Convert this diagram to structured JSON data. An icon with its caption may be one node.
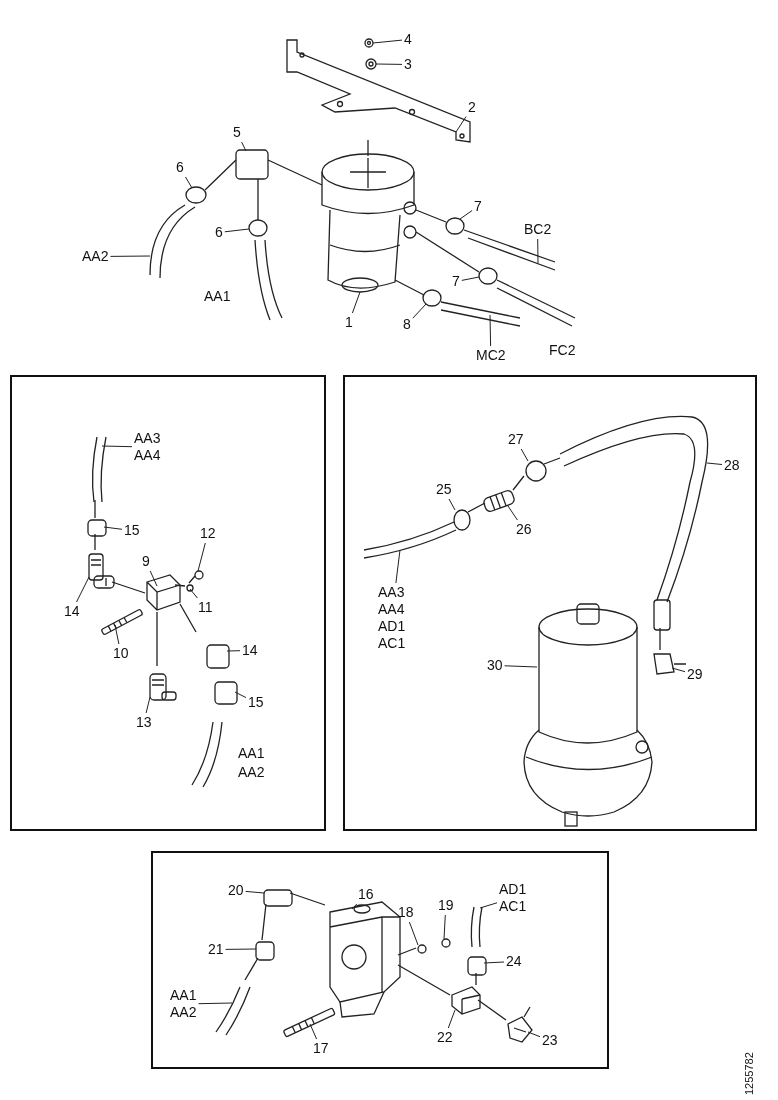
{
  "diagram": {
    "nodes": [
      {
        "text": [
          "4"
        ]
      },
      {
        "text": [
          "3"
        ]
      },
      {
        "text": [
          "2"
        ]
      },
      {
        "text": [
          "5"
        ]
      },
      {
        "text": [
          "6"
        ]
      },
      {
        "text": [
          "6"
        ]
      },
      {
        "text": [
          "7"
        ]
      },
      {
        "text": [
          "BC2"
        ]
      },
      {
        "text": [
          "AA2"
        ]
      },
      {
        "text": [
          "7"
        ]
      },
      {
        "text": [
          "1"
        ]
      },
      {
        "text": [
          "8"
        ]
      },
      {
        "text": [
          "MC2"
        ]
      },
      {
        "text": [],
        "shape": "box"
      },
      {
        "text": [
          "AA3",
          "AA4"
        ],
        "in": 13
      },
      {
        "text": [
          "15"
        ],
        "in": 13
      },
      {
        "text": [
          "12"
        ],
        "in": 13
      },
      {
        "text": [
          "9"
        ],
        "in": 13
      },
      {
        "text": [
          "11"
        ],
        "in": 13
      },
      {
        "text": [
          "14"
        ],
        "in": 13
      },
      {
        "text": [
          "10"
        ],
        "in": 13
      },
      {
        "text": [
          "14"
        ],
        "in": 13
      },
      {
        "text": [
          "13"
        ],
        "in": 13
      },
      {
        "text": [
          "15"
        ],
        "in": 13
      },
      {
        "text": [],
        "shape": "box"
      },
      {
        "text": [
          "27"
        ],
        "in": 24
      },
      {
        "text": [
          "25"
        ],
        "in": 24
      },
      {
        "text": [
          "26"
        ],
        "in": 24
      },
      {
        "text": [
          "28"
        ],
        "in": 24
      },
      {
        "text": [
          "AA3",
          "AA4",
          "AD1",
          "AC1"
        ],
        "in": 24
      },
      {
        "text": [
          "30"
        ],
        "in": 24
      },
      {
        "text": [
          "29"
        ],
        "in": 24
      },
      {
        "text": [],
        "shape": "box"
      },
      {
        "text": [
          "20"
        ],
        "in": 32
      },
      {
        "text": [
          "16"
        ],
        "in": 32
      },
      {
        "text": [
          "18"
        ],
        "in": 32
      },
      {
        "text": [
          "19"
        ],
        "in": 32
      },
      {
        "text": [
          "AD1",
          "AC1"
        ],
        "in": 32
      },
      {
        "text": [
          "21"
        ],
        "in": 32
      },
      {
        "text": [
          "24"
        ],
        "in": 32
      },
      {
        "text": [
          "AA1",
          "AA2"
        ],
        "in": 32
      },
      {
        "text": [
          "17"
        ],
        "in": 32
      },
      {
        "text": [
          "22"
        ],
        "in": 32
      },
      {
        "text": [
          "23"
        ],
        "in": 32
      },
      {
        "text": [],
        "shape": "picture"
      },
      {
        "text": [],
        "shape": "picture"
      },
      {
        "text": [],
        "shape": "picture"
      },
      {
        "text": [],
        "shape": "box"
      },
      {
        "text": [],
        "shape": "circle"
      },
      {
        "text": [],
        "shape": "circle"
      },
      {
        "text": [],
        "shape": "circle"
      },
      {
        "text": [],
        "shape": "picture"
      },
      {
        "text": [],
        "shape": "picture"
      },
      {
        "text": [],
        "shape": "circle"
      },
      {
        "text": [],
        "shape": "picture"
      },
      {
        "text": [],
        "shape": "circle"
      },
      {
        "text": [],
        "shape": "picture"
      },
      {
        "text": [],
        "shape": "picture",
        "in": 13
      },
      {
        "text": [],
        "shape": "box",
        "in": 13
      },
      {
        "text": [],
        "shape": "circle",
        "in": 13
      },
      {
        "text": [],
        "shape": "picture",
        "in": 13
      },
      {
        "text": [],
        "shape": "circle",
        "in": 13
      },
      {
        "text": [],
        "shape": "picture",
        "in": 13
      },
      {
        "text": [],
        "shape": "picture",
        "in": 13
      },
      {
        "text": [],
        "shape": "box",
        "in": 13
      },
      {
        "text": [],
        "shape": "picture",
        "in": 13
      },
      {
        "text": [],
        "shape": "box",
        "in": 13
      },
      {
        "text": [],
        "shape": "circle",
        "in": 24
      },
      {
        "text": [],
        "shape": "circle",
        "in": 24
      },
      {
        "text": [],
        "shape": "picture",
        "in": 24
      },
      {
        "text": [],
        "shape": "picture",
        "in": 24
      },
      {
        "text": [],
        "shape": "picture",
        "in": 24
      },
      {
        "text": [],
        "shape": "picture",
        "in": 24
      },
      {
        "text": [],
        "shape": "picture",
        "in": 24
      },
      {
        "text": [],
        "shape": "box",
        "in": 32
      },
      {
        "text": [],
        "shape": "picture",
        "in": 32
      },
      {
        "text": [],
        "shape": "circle",
        "in": 32
      },
      {
        "text": [],
        "shape": "circle",
        "in": 32
      },
      {
        "text": [],
        "shape": "picture",
        "in": 32
      },
      {
        "text": [],
        "shape": "box",
        "in": 32
      },
      {
        "text": [],
        "shape": "box",
        "in": 32
      },
      {
        "text": [],
        "shape": "picture",
        "in": 32
      },
      {
        "text": [],
        "shape": "picture",
        "in": 32
      },
      {
        "text": [],
        "shape": "picture",
        "in": 32
      },
      {
        "text": [],
        "shape": "picture",
        "in": 32
      }
    ],
    "edges": [
      {
        "from": 0,
        "to": 44,
        "arrow": "none"
      },
      {
        "from": 1,
        "to": 45,
        "arrow": "none"
      },
      {
        "from": 2,
        "to": 46,
        "arrow": "none"
      },
      {
        "from": 3,
        "to": 47,
        "arrow": "none"
      },
      {
        "from": 4,
        "to": 48,
        "arrow": "none"
      },
      {
        "from": 5,
        "to": 49,
        "arrow": "none"
      },
      {
        "from": 6,
        "to": 50,
        "arrow": "none"
      },
      {
        "from": 7,
        "to": 51,
        "arrow": "none"
      },
      {
        "from": 8,
        "to": 52,
        "arrow": "none"
      },
      {
        "from": 9,
        "to": 53,
        "arrow": "none"
      },
      {
        "from": 10,
        "to": 54,
        "arrow": "none"
      },
      {
        "from": 11,
        "to": 55,
        "arrow": "none"
      },
      {
        "from": 12,
        "to": 56,
        "arrow": "none"
      },
      {
        "from": 14,
        "to": 57,
        "arrow": "none"
      },
      {
        "from": 15,
        "to": 58,
        "arrow": "none"
      },
      {
        "from": 16,
        "to": 59,
        "arrow": "none"
      },
      {
        "from": 17,
        "to": 60,
        "arrow": "none"
      },
      {
        "from": 18,
        "to": 61,
        "arrow": "none"
      },
      {
        "from": 19,
        "to": 62,
        "arrow": "none"
      },
      {
        "from": 20,
        "to": 63,
        "arrow": "none"
      },
      {
        "from": 21,
        "to": 64,
        "arrow": "none"
      },
      {
        "from": 22,
        "to": 65,
        "arrow": "none"
      },
      {
        "from": 23,
        "to": 66,
        "arrow": "none"
      },
      {
        "from": 25,
        "to": 67,
        "arrow": "none"
      },
      {
        "from": 26,
        "to": 68,
        "arrow": "none"
      },
      {
        "from": 27,
        "to": 69,
        "arrow": "none"
      },
      {
        "from": 28,
        "to": 70,
        "arrow": "none"
      },
      {
        "from": 29,
        "to": 71,
        "arrow": "none"
      },
      {
        "from": 30,
        "to": 72,
        "arrow": "none"
      },
      {
        "from": 31,
        "to": 73,
        "arrow": "none"
      },
      {
        "from": 33,
        "to": 74,
        "arrow": "none"
      },
      {
        "from": 34,
        "to": 75,
        "arrow": "none"
      },
      {
        "from": 35,
        "to": 76,
        "arrow": "none"
      },
      {
        "from": 36,
        "to": 77,
        "arrow": "none"
      },
      {
        "from": 37,
        "to": 78,
        "arrow": "none"
      },
      {
        "from": 38,
        "to": 79,
        "arrow": "none"
      },
      {
        "from": 39,
        "to": 80,
        "arrow": "none"
      },
      {
        "from": 40,
        "to": 81,
        "arrow": "none"
      },
      {
        "from": 41,
        "to": 82,
        "arrow": "none"
      },
      {
        "from": 42,
        "to": 83,
        "arrow": "none"
      },
      {
        "from": 43,
        "to": 84,
        "arrow": "none"
      }
    ],
    "labels": [
      "AA1",
      "FC2",
      "AA1",
      "AA2",
      "1255782"
    ]
  }
}
